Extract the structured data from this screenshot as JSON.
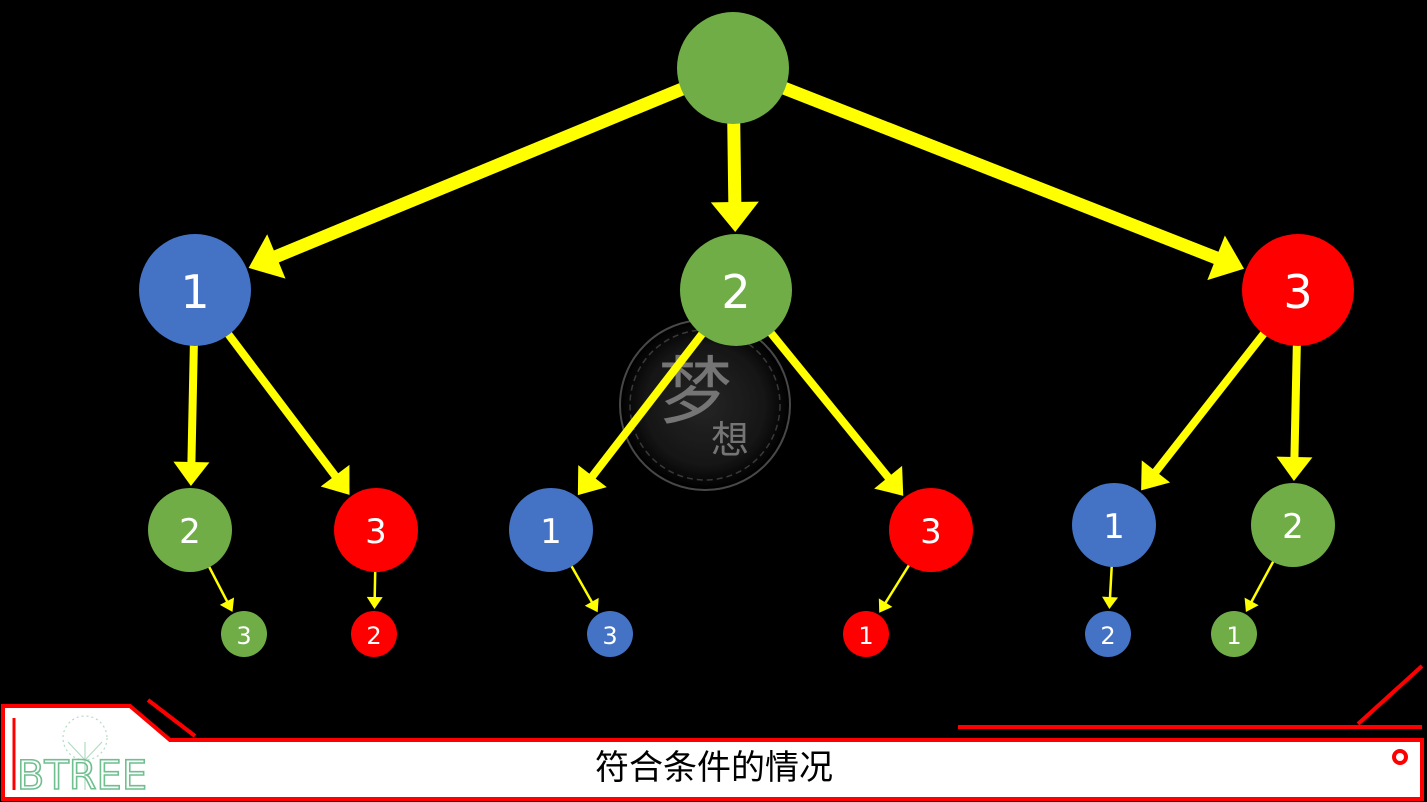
{
  "diagram": {
    "colors": {
      "green": "#70ad47",
      "blue": "#4472c4",
      "red": "#ff0000",
      "arrow": "#ffff00",
      "background": "#000000",
      "footer_border": "#ff0000"
    },
    "nodes": [
      {
        "id": "root",
        "label": "",
        "color": "green"
      },
      {
        "id": "l1-a",
        "label": "1",
        "color": "blue"
      },
      {
        "id": "l1-b",
        "label": "2",
        "color": "green"
      },
      {
        "id": "l1-c",
        "label": "3",
        "color": "red"
      },
      {
        "id": "l2-a1",
        "label": "2",
        "color": "green"
      },
      {
        "id": "l2-a2",
        "label": "3",
        "color": "red"
      },
      {
        "id": "l2-b1",
        "label": "1",
        "color": "blue"
      },
      {
        "id": "l2-b2",
        "label": "3",
        "color": "red"
      },
      {
        "id": "l2-c1",
        "label": "1",
        "color": "blue"
      },
      {
        "id": "l2-c2",
        "label": "2",
        "color": "green"
      },
      {
        "id": "l3-a1",
        "label": "3",
        "color": "green"
      },
      {
        "id": "l3-a2",
        "label": "2",
        "color": "red"
      },
      {
        "id": "l3-b1",
        "label": "3",
        "color": "blue"
      },
      {
        "id": "l3-b2",
        "label": "1",
        "color": "red"
      },
      {
        "id": "l3-c1",
        "label": "2",
        "color": "blue"
      },
      {
        "id": "l3-c2",
        "label": "1",
        "color": "green"
      }
    ],
    "edges": [
      {
        "from": "root",
        "to": "l1-a"
      },
      {
        "from": "root",
        "to": "l1-b"
      },
      {
        "from": "root",
        "to": "l1-c"
      },
      {
        "from": "l1-a",
        "to": "l2-a1"
      },
      {
        "from": "l1-a",
        "to": "l2-a2"
      },
      {
        "from": "l1-b",
        "to": "l2-b1"
      },
      {
        "from": "l1-b",
        "to": "l2-b2"
      },
      {
        "from": "l1-c",
        "to": "l2-c1"
      },
      {
        "from": "l1-c",
        "to": "l2-c2"
      },
      {
        "from": "l2-a1",
        "to": "l3-a1"
      },
      {
        "from": "l2-a2",
        "to": "l3-a2"
      },
      {
        "from": "l2-b1",
        "to": "l3-b1"
      },
      {
        "from": "l2-b2",
        "to": "l3-b2"
      },
      {
        "from": "l2-c1",
        "to": "l3-c1"
      },
      {
        "from": "l2-c2",
        "to": "l3-c2"
      }
    ]
  },
  "watermark": {
    "main": "梦",
    "sub": "想"
  },
  "footer": {
    "caption": "符合条件的情况",
    "logo": "BTREE"
  }
}
